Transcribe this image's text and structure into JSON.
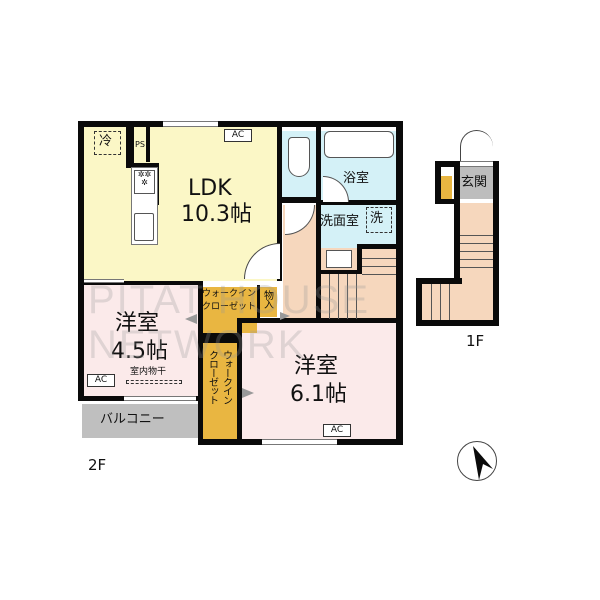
{
  "floor_plan": {
    "floors": [
      {
        "label": "2F",
        "rooms": {
          "ldk": {
            "name": "LDK",
            "size": "10.3帖"
          },
          "western_small": {
            "name": "洋室",
            "size": "4.5帖",
            "note": "室内物干"
          },
          "western_large": {
            "name": "洋室",
            "size": "6.1帖"
          },
          "bathroom": {
            "name": "浴室"
          },
          "washroom": {
            "name": "洗面室",
            "washer_mark": "洗"
          },
          "walk_in_closet_1": {
            "name": "ウォークインクローゼット",
            "line1": "ウォークイン",
            "line2": "クローゼット"
          },
          "walk_in_closet_2": {
            "name": "ウォークインクローゼット",
            "line1": "ウォークイン",
            "line2": "クローゼット"
          },
          "storage": {
            "name": "物入"
          },
          "balcony": {
            "name": "バルコニー"
          }
        },
        "fixtures": {
          "fridge_mark": "冷",
          "pipe_space": "PS",
          "ac_labels": [
            "AC",
            "AC",
            "AC"
          ]
        }
      },
      {
        "label": "1F",
        "rooms": {
          "entrance": {
            "name": "玄関"
          }
        }
      }
    ],
    "compass": {
      "direction": "north-arrow"
    },
    "watermark": "PITAT HOUSE NETWORK"
  },
  "colors": {
    "ldk": "#fbf7c6",
    "western": "#fbeaea",
    "wet_area": "#d4f1f7",
    "hallway": "#f6d7bd",
    "closet": "#e9b641",
    "balcony": "#bfbfbf",
    "wall": "#0a0a0a"
  }
}
